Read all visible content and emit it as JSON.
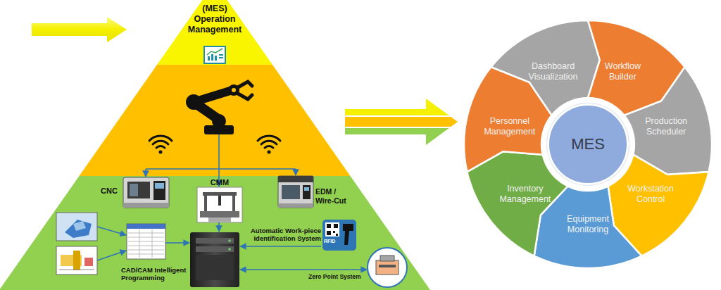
{
  "diagram": {
    "nodes": [
      {
        "text": [
          "(MES) Operation Management"
        ]
      },
      {
        "text": [
          "Dashboard Visualization"
        ]
      },
      {
        "text": [
          "Workflow Builder"
        ]
      },
      {
        "text": [
          "Production Scheduler"
        ]
      },
      {
        "text": [
          "Workstation Control"
        ]
      },
      {
        "text": [
          "Equipment Monitoring"
        ]
      },
      {
        "text": [
          "Inventory Management"
        ]
      },
      {
        "text": [
          "Personnel Management"
        ]
      },
      {
        "text": [
          "MES"
        ]
      }
    ],
    "labels": [
      "CNC",
      "CMM",
      "EDM / Wire-Cut",
      "Automatic Work-piece Identification System",
      "RFID",
      "CAD/CAM Intelligent Programming",
      "Zero Point System"
    ]
  }
}
